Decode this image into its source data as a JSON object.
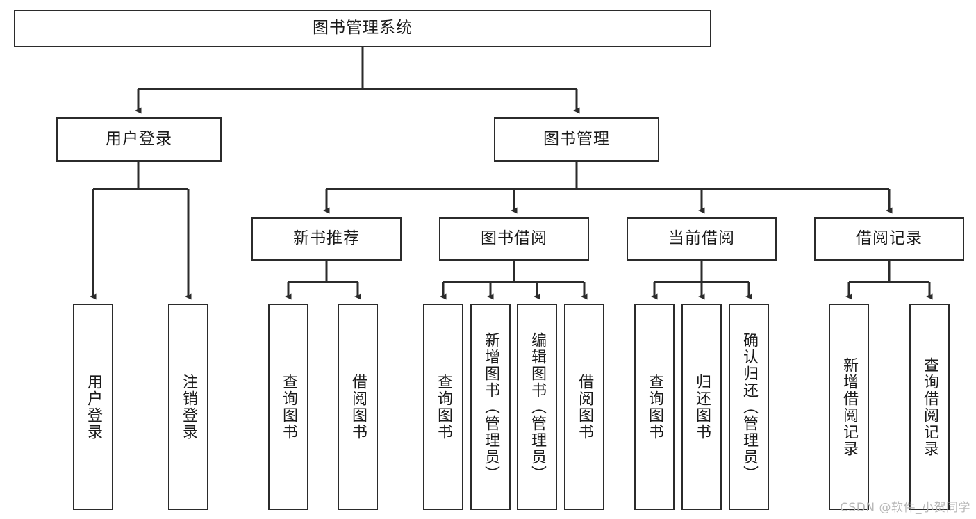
{
  "diagram": {
    "title": "图书管理系统",
    "type": "tree",
    "root": {
      "id": "root",
      "label": "图书管理系统"
    },
    "level2": [
      {
        "id": "user-login",
        "label": "用户登录"
      },
      {
        "id": "book-management",
        "label": "图书管理"
      }
    ],
    "level3": [
      {
        "id": "new-book-recommend",
        "label": "新书推荐",
        "parent": "book-management"
      },
      {
        "id": "book-borrow",
        "label": "图书借阅",
        "parent": "book-management"
      },
      {
        "id": "current-borrow",
        "label": "当前借阅",
        "parent": "book-management"
      },
      {
        "id": "borrow-record",
        "label": "借阅记录",
        "parent": "book-management"
      }
    ],
    "leaves": {
      "user-login": [
        {
          "id": "leaf-user-login",
          "label": "用户登录"
        },
        {
          "id": "leaf-logout",
          "label": "注销登录"
        }
      ],
      "new-book-recommend": [
        {
          "id": "leaf-query-book-1",
          "label": "查询图书"
        },
        {
          "id": "leaf-borrow-book-1",
          "label": "借阅图书"
        }
      ],
      "book-borrow": [
        {
          "id": "leaf-query-book-2",
          "label": "查询图书"
        },
        {
          "id": "leaf-add-book",
          "label": "新增图书（管理员）"
        },
        {
          "id": "leaf-edit-book",
          "label": "编辑图书（管理员）"
        },
        {
          "id": "leaf-borrow-book-2",
          "label": "借阅图书"
        }
      ],
      "current-borrow": [
        {
          "id": "leaf-query-book-3",
          "label": "查询图书"
        },
        {
          "id": "leaf-return-book",
          "label": "归还图书"
        },
        {
          "id": "leaf-confirm-return",
          "label": "确认归还（管理员）"
        }
      ],
      "borrow-record": [
        {
          "id": "leaf-add-record",
          "label": "新增借阅记录"
        },
        {
          "id": "leaf-query-record",
          "label": "查询借阅记录"
        }
      ]
    },
    "colors": {
      "border": "#2b2b2b",
      "background": "#ffffff",
      "text": "#1a1a1a",
      "watermark": "#b9b9b9"
    }
  },
  "watermark": {
    "text": "CSDN @软件_小贺同学"
  }
}
